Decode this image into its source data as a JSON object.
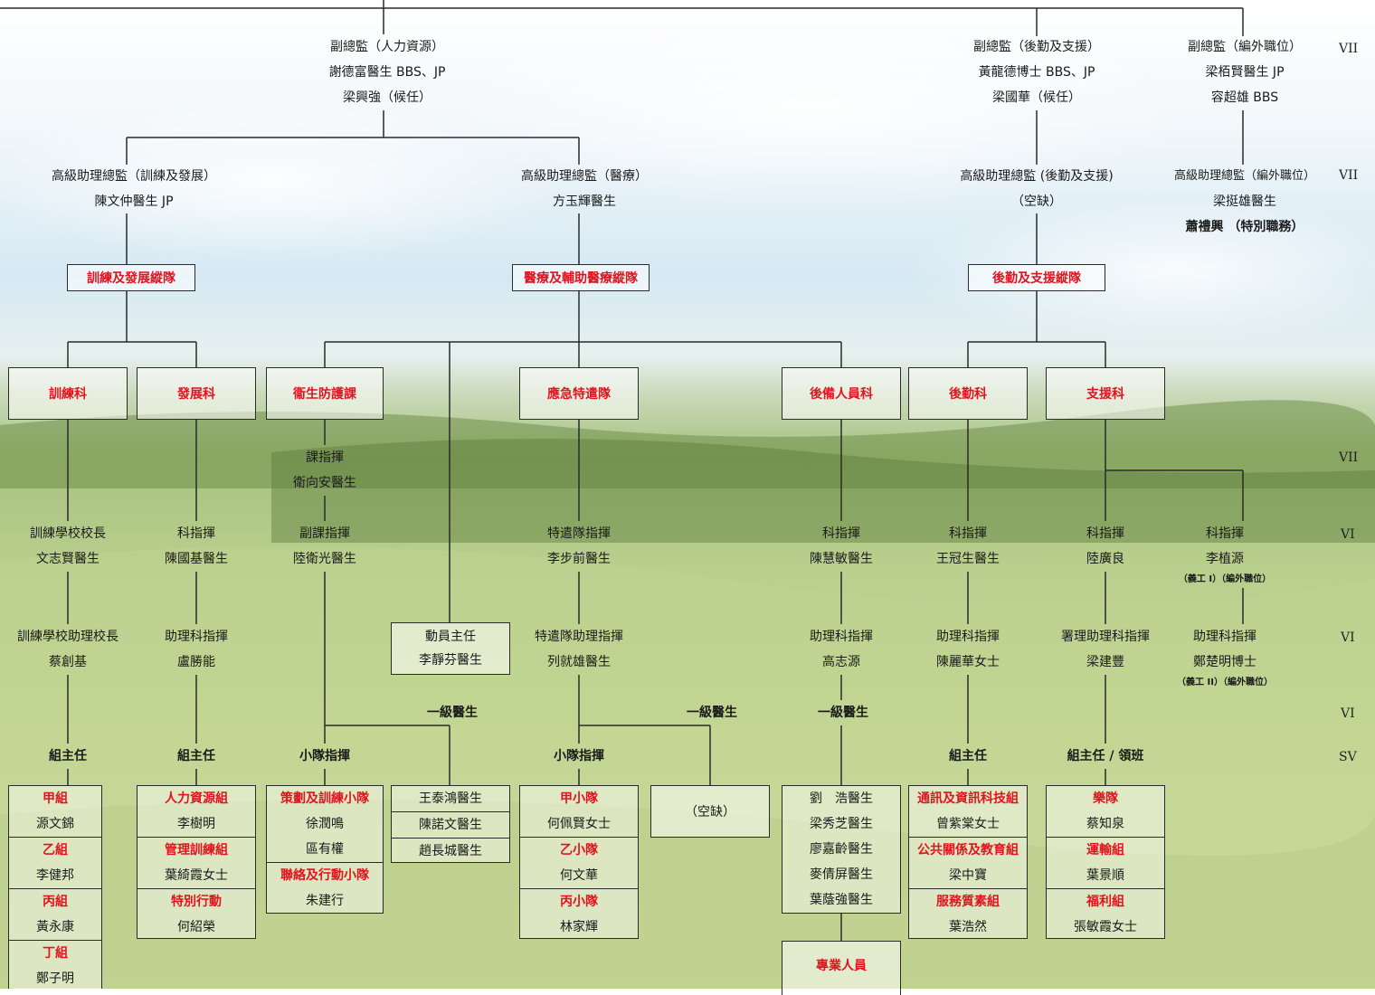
{
  "colors": {
    "accent_red": "#e0141e",
    "line": "#2a2a2a"
  },
  "grades": {
    "vii_top": "VII",
    "vii_mid": "VII",
    "vii_low": "VII",
    "vi_1": "VI",
    "vi_2": "VI",
    "vi_3": "VI",
    "sv": "SV"
  },
  "deputy_hr": {
    "title": "副總監（人力資源）",
    "name": "謝德富醫生 BBS、JP",
    "successor": "梁興強（候任）"
  },
  "deputy_log": {
    "title": "副總監（後勤及支援）",
    "name": "黃龍德博士 BBS、JP",
    "successor": "梁國華（候任）"
  },
  "deputy_extra": {
    "title": "副總監（編外職位）",
    "name1": "梁栢賢醫生 JP",
    "name2": "容超雄 BBS"
  },
  "asst_training": {
    "title": "高級助理總監（訓練及發展）",
    "name": "陳文仲醫生 JP"
  },
  "asst_medical": {
    "title": "高級助理總監（醫療）",
    "name": "方玉輝醫生"
  },
  "asst_log": {
    "title": "高級助理總監 (後勤及支援)",
    "name": "（空缺）"
  },
  "asst_extra": {
    "title": "高級助理總監（編外職位）",
    "name1": "梁挺雄醫生",
    "name2": "蕭禮興 （特別職務）"
  },
  "wings": {
    "training": "訓練及發展縱隊",
    "medical": "醫療及輔助醫療縱隊",
    "logistics": "後勤及支援縱隊"
  },
  "sections": {
    "training": "訓練科",
    "development": "發展科",
    "hygiene": "衞生防護課",
    "emergency": "應急特遣隊",
    "reserve": "後備人員科",
    "logistics": "後勤科",
    "support": "支援科"
  },
  "hygiene_cmd": {
    "title": "課指揮",
    "name": "衛向安醫生"
  },
  "col_training": {
    "head_title": "訓練學校校長",
    "head_name": "文志賢醫生",
    "asst_title": "訓練學校助理校長",
    "asst_name": "蔡創基",
    "group_head": "組主任",
    "rows": [
      {
        "h": "甲組",
        "n": "源文錦"
      },
      {
        "h": "乙組",
        "n": "李健邦"
      },
      {
        "h": "丙組",
        "n": "黃永康"
      },
      {
        "h": "丁組",
        "n": "鄭子明"
      }
    ]
  },
  "col_dev": {
    "head_title": "科指揮",
    "head_name": "陳國基醫生",
    "asst_title": "助理科指揮",
    "asst_name": "盧勝能",
    "group_head": "組主任",
    "rows": [
      {
        "h": "人力資源組",
        "n": "李樹明"
      },
      {
        "h": "管理訓練組",
        "n": "葉綺霞女士"
      },
      {
        "h": "特別行動",
        "n": "何紹榮"
      }
    ]
  },
  "col_hygiene": {
    "deputy_title": "副課指揮",
    "deputy_name": "陸衛光醫生",
    "squad_head": "小隊指揮",
    "rows": [
      {
        "h": "策劃及訓練小隊",
        "n": "徐潤鳴"
      },
      {
        "h": "",
        "n": "區有權"
      },
      {
        "h": "聯絡及行動小隊",
        "n": "朱建行"
      }
    ]
  },
  "mobilisation": {
    "title": "動員主任",
    "name": "李靜芬醫生"
  },
  "mo_hygiene": {
    "label": "一級醫生",
    "names": [
      "王泰鴻醫生",
      "陳諾文醫生",
      "趙長城醫生"
    ]
  },
  "col_emergency": {
    "head_title": "特遣隊指揮",
    "head_name": "李步前醫生",
    "asst_title": "特遣隊助理指揮",
    "asst_name": "列就雄醫生",
    "squad_head": "小隊指揮",
    "rows": [
      {
        "h": "甲小隊",
        "n": "何佩賢女士"
      },
      {
        "h": "乙小隊",
        "n": "何文華"
      },
      {
        "h": "丙小隊",
        "n": "林家輝"
      }
    ]
  },
  "mo_emergency": {
    "label": "一級醫生",
    "name": "（空缺）"
  },
  "col_reserve": {
    "head_title": "科指揮",
    "head_name": "陳慧敏醫生",
    "asst_title": "助理科指揮",
    "asst_name": "高志源",
    "mo_label": "一級醫生",
    "names": [
      "劉　浩醫生",
      "梁秀芝醫生",
      "廖嘉齡醫生",
      "麥倩屏醫生",
      "葉蔭強醫生"
    ],
    "professional": "專業人員"
  },
  "col_log": {
    "head_title": "科指揮",
    "head_name": "王冠生醫生",
    "asst_title": "助理科指揮",
    "asst_name": "陳麗華女士",
    "group_head": "組主任",
    "rows": [
      {
        "h": "通訊及資訊科技組",
        "n": "曾紫棠女士"
      },
      {
        "h": "公共關係及教育組",
        "n": "梁中寶"
      },
      {
        "h": "服務質素組",
        "n": "葉浩然"
      }
    ]
  },
  "col_support": {
    "head_title": "科指揮",
    "head_name": "陸廣良",
    "asst_title": "署理助理科指揮",
    "asst_name": "梁建豐",
    "group_head": "組主任 / 領班",
    "rows": [
      {
        "h": "樂隊",
        "n": "蔡知泉"
      },
      {
        "h": "運輸組",
        "n": "葉景順"
      },
      {
        "h": "福利組",
        "n": "張敏霞女士"
      }
    ]
  },
  "col_support_extra": {
    "head_title": "科指揮",
    "head_name": "李植源",
    "head_note": "（義工 I）（編外職位）",
    "asst_title": "助理科指揮",
    "asst_name": "鄭楚明博士",
    "asst_note": "（義工 II）（編外職位）"
  }
}
